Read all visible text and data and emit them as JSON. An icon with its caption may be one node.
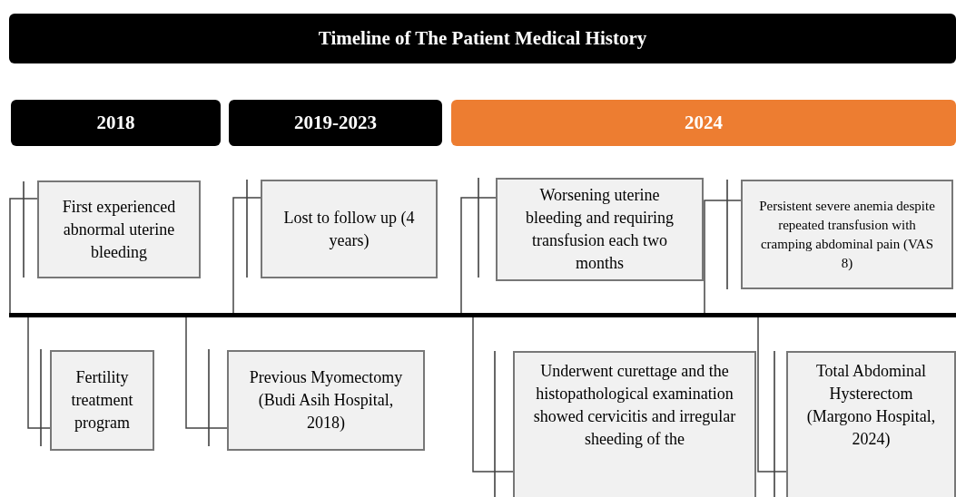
{
  "diagram": {
    "title": "Timeline of The Patient Medical History",
    "nodes": [
      {
        "text": [
          "2018"
        ]
      },
      {
        "text": [
          "2019-2023"
        ]
      },
      {
        "text": [
          "2024"
        ]
      },
      {
        "text": [
          "First experienced abnormal uterine bleeding"
        ]
      },
      {
        "text": [
          "Lost to follow up (4 years)"
        ]
      },
      {
        "text": [
          "Worsening uterine bleeding and requiring transfusion each two months"
        ]
      },
      {
        "text": [
          "Persistent severe anemia despite repeated transfusion with cramping abdominal pain (VAS 8)"
        ]
      },
      {
        "text": [],
        "shape": "bar"
      },
      {
        "text": [
          "Fertility treatment program"
        ]
      },
      {
        "text": [
          "Previous Myomectomy (Budi Asih Hospital, 2018)"
        ]
      },
      {
        "text": [
          "Underwent curettage and the histopathological examination showed cervicitis and irregular sheeding of the"
        ]
      },
      {
        "text": [
          "Total Abdominal Hysterectom (Margono Hospital, 2024)"
        ]
      }
    ],
    "edges": [
      {
        "from": 7,
        "to": 3,
        "arrow": "none"
      },
      {
        "from": 7,
        "to": 4,
        "arrow": "none"
      },
      {
        "from": 7,
        "to": 5,
        "arrow": "none"
      },
      {
        "from": 7,
        "to": 6,
        "arrow": "none"
      },
      {
        "from": 7,
        "to": 8,
        "arrow": "none"
      },
      {
        "from": 7,
        "to": 9,
        "arrow": "none"
      },
      {
        "from": 7,
        "to": 10,
        "arrow": "none"
      },
      {
        "from": 7,
        "to": 11,
        "arrow": "none"
      }
    ]
  }
}
